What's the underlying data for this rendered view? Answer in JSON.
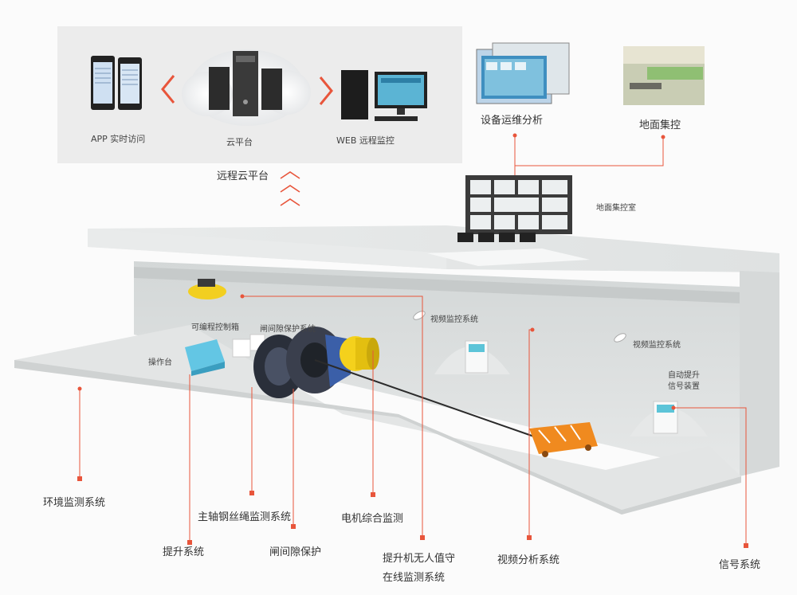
{
  "cloud_panel": {
    "app_label": "APP 实时访问",
    "cloud_label": "云平台",
    "web_label": "WEB 远程监控",
    "section_label": "远程云平台"
  },
  "surface": {
    "ops_label": "设备运维分析",
    "center_label": "地面集控",
    "control_room_label": "地面集控室"
  },
  "scene_labels": {
    "plc": "可编程控制箱",
    "gap_protect": "闸间隙保护系统",
    "console": "操作台",
    "video1": "视频监控系统",
    "video2": "视频监控系统",
    "signal_device_1": "自动提升",
    "signal_device_2": "信号装置"
  },
  "callouts": {
    "environment": "环境监测系统",
    "spindle_rope": "主轴钢丝绳监测系统",
    "hoist": "提升系统",
    "gap": "闸间隙保护",
    "motor": "电机综合监测",
    "unmanned_1": "提升机无人值守",
    "unmanned_2": "在线监测系统",
    "video_analysis": "视频分析系统",
    "signal": "信号系统"
  },
  "colors": {
    "accent": "#e8553b",
    "panel_bg": "#ececec",
    "slab": "#e4e6e6",
    "wall": "#d9dcdc",
    "console_blue": "#63c6e4",
    "motor_yellow": "#f4d11c",
    "cart_orange": "#f08a1f"
  }
}
